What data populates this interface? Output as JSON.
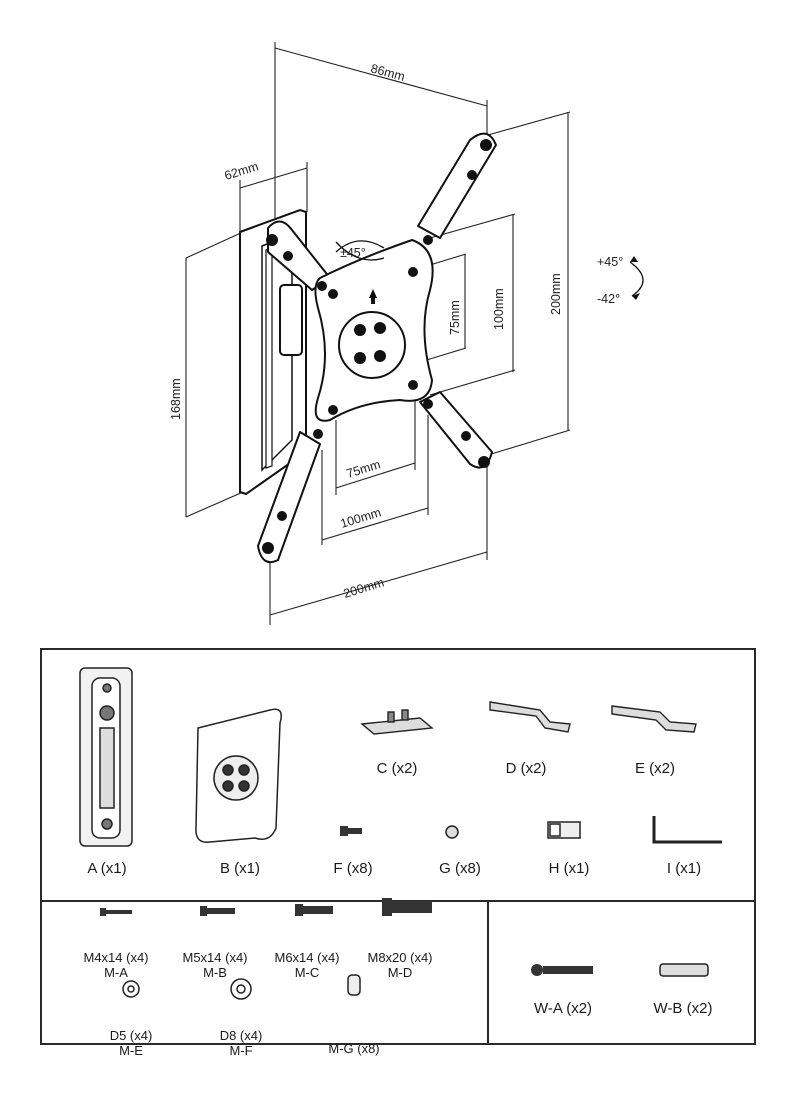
{
  "dimensions": {
    "top_width": "86mm",
    "depth": "62mm",
    "height": "168mm",
    "vesa_h_small": "75mm",
    "vesa_h_mid": "100mm",
    "vesa_h_large": "200mm",
    "vesa_v_small": "75mm",
    "vesa_v_mid": "100mm",
    "vesa_v_large": "200mm",
    "swivel": "±45°",
    "tilt_up": "+45°",
    "tilt_down": "-42°"
  },
  "parts": {
    "A": "A (x1)",
    "B": "B (x1)",
    "C": "C (x2)",
    "D": "D (x2)",
    "E": "E (x2)",
    "F": "F (x8)",
    "G": "G (x8)",
    "H": "H (x1)",
    "I": "I (x1)"
  },
  "monitor_hardware": {
    "ma_size": "M4x14 (x4)",
    "ma_code": "M-A",
    "mb_size": "M5x14 (x4)",
    "mb_code": "M-B",
    "mc_size": "M6x14 (x4)",
    "mc_code": "M-C",
    "md_size": "M8x20 (x4)",
    "md_code": "M-D",
    "me_size": "D5 (x4)",
    "me_code": "M-E",
    "mf_size": "D8 (x4)",
    "mf_code": "M-F",
    "mg": "M-G (x8)"
  },
  "wall_hardware": {
    "wa": "W-A (x2)",
    "wb": "W-B (x2)"
  }
}
